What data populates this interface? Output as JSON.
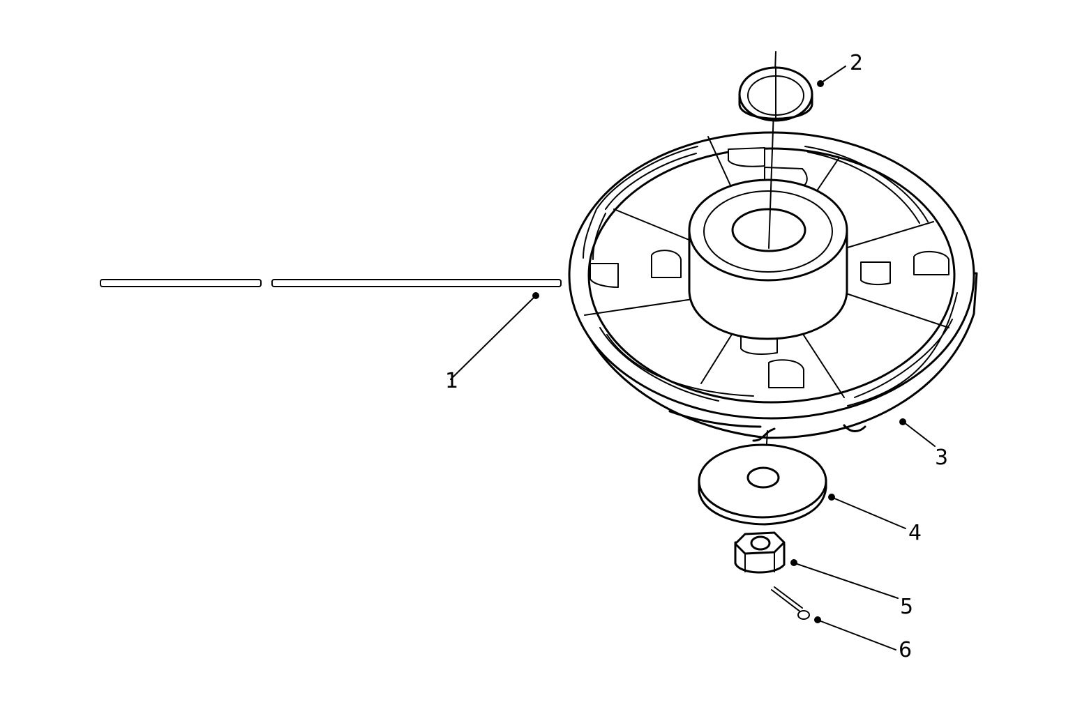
{
  "diagram": {
    "type": "exploded-parts-view",
    "colors": {
      "ink": "#000000",
      "paper": "#ffffff"
    },
    "callouts": [
      {
        "id": "1",
        "label": "1"
      },
      {
        "id": "2",
        "label": "2"
      },
      {
        "id": "3",
        "label": "3"
      },
      {
        "id": "4",
        "label": "4"
      },
      {
        "id": "5",
        "label": "5"
      },
      {
        "id": "6",
        "label": "6"
      }
    ]
  }
}
